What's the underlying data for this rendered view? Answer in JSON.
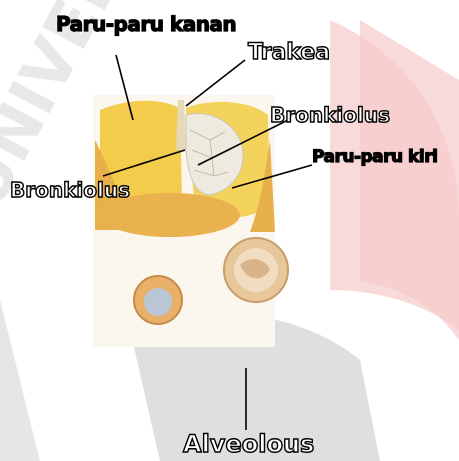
{
  "diagram": {
    "labels": {
      "right_lung": "Paru-paru kanan",
      "trachea": "Trakea",
      "bronchiole_right": "Bronkiolus",
      "left_lung": "Paru-paru kiri",
      "bronchiole_left": "Bronkiolus",
      "alveolus": "Alveolous"
    },
    "colors": {
      "lung_yellow": "#f2cc4a",
      "lung_light": "#f7e79a",
      "lung_orange": "#e8b04a",
      "watermark_red": "#f4c9c9",
      "watermark_grey": "#d9d9d9",
      "leader_line": "#000000"
    }
  }
}
